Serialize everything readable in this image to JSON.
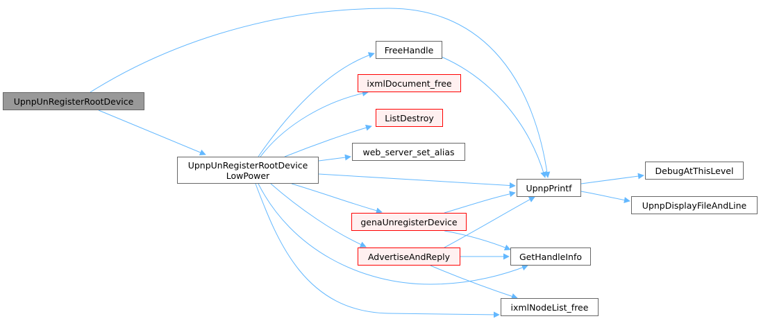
{
  "graph": {
    "title": "",
    "edge_color": "#63b8ff",
    "nodes": {
      "root": {
        "label": "UpnpUnRegisterRootDevice",
        "fill": "#999999",
        "border": "#666666"
      },
      "lowpower": {
        "line1": "UpnpUnRegisterRootDevice",
        "line2": "LowPower"
      },
      "freehandle": {
        "label": "FreeHandle"
      },
      "ixmldocfree": {
        "label": "ixmlDocument_free",
        "border": "#ff0000"
      },
      "listdestroy": {
        "label": "ListDestroy",
        "border": "#ff0000"
      },
      "webserver": {
        "label": "web_server_set_alias"
      },
      "genaunreg": {
        "label": "genaUnregisterDevice",
        "border": "#ff0000"
      },
      "advertise": {
        "label": "AdvertiseAndReply",
        "border": "#ff0000"
      },
      "upnpprintf": {
        "label": "UpnpPrintf"
      },
      "gethandleinfo": {
        "label": "GetHandleInfo"
      },
      "ixmlnodelist": {
        "label": "ixmlNodeList_free"
      },
      "debuglevel": {
        "label": "DebugAtThisLevel"
      },
      "displayfile": {
        "label": "UpnpDisplayFileAndLine"
      }
    },
    "edges": [
      [
        "root",
        "upnpprintf"
      ],
      [
        "root",
        "lowpower"
      ],
      [
        "lowpower",
        "freehandle"
      ],
      [
        "lowpower",
        "ixmldocfree"
      ],
      [
        "lowpower",
        "listdestroy"
      ],
      [
        "lowpower",
        "webserver"
      ],
      [
        "lowpower",
        "upnpprintf"
      ],
      [
        "lowpower",
        "genaunreg"
      ],
      [
        "lowpower",
        "advertise"
      ],
      [
        "lowpower",
        "gethandleinfo"
      ],
      [
        "lowpower",
        "ixmlnodelist"
      ],
      [
        "freehandle",
        "upnpprintf"
      ],
      [
        "genaunreg",
        "upnpprintf"
      ],
      [
        "genaunreg",
        "gethandleinfo"
      ],
      [
        "advertise",
        "upnpprintf"
      ],
      [
        "advertise",
        "gethandleinfo"
      ],
      [
        "advertise",
        "ixmlnodelist"
      ],
      [
        "upnpprintf",
        "debuglevel"
      ],
      [
        "upnpprintf",
        "displayfile"
      ]
    ]
  }
}
